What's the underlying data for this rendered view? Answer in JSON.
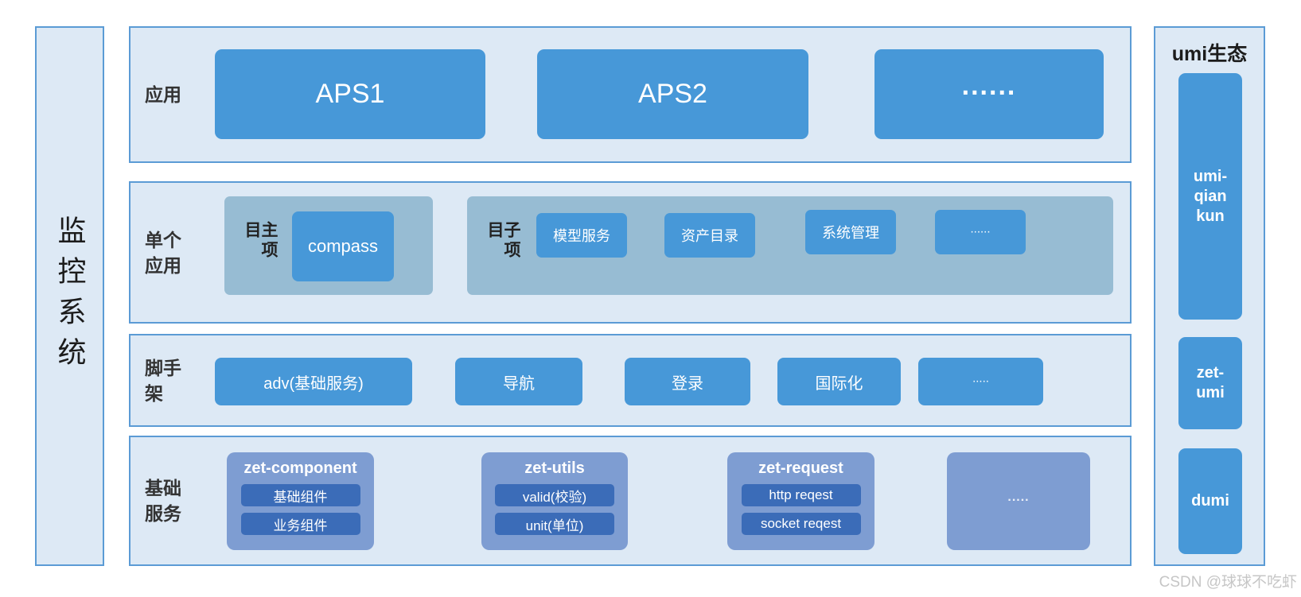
{
  "sidebar": {
    "title": "监控系统"
  },
  "layers": {
    "app": {
      "label": "应用",
      "boxes": [
        "APS1",
        "APS2",
        "......"
      ]
    },
    "single_app": {
      "label": "单个\n应用",
      "main_project": {
        "label": "主项目",
        "box": "compass"
      },
      "sub_project": {
        "label": "子项目",
        "boxes": [
          "模型服务",
          "资产目录",
          "系统管理",
          "......"
        ]
      }
    },
    "scaffold": {
      "label": "脚手\n架",
      "boxes": [
        "adv(基础服务)",
        "导航",
        "登录",
        "国际化",
        "....."
      ]
    },
    "base_services": {
      "label": "基础\n服务",
      "groups": [
        {
          "title": "zet-component",
          "items": [
            "基础组件",
            "业务组件"
          ]
        },
        {
          "title": "zet-utils",
          "items": [
            "valid(校验)",
            "unit(单位)"
          ]
        },
        {
          "title": "zet-request",
          "items": [
            "http reqest",
            "socket reqest"
          ]
        },
        {
          "title": ".....",
          "items": []
        }
      ]
    }
  },
  "umi_panel": {
    "title": "umi生态",
    "items": [
      "umi-\nqian\nkun",
      "zet-\numi",
      "dumi"
    ]
  },
  "watermark": "CSDN @球球不吃虾",
  "colors": {
    "container_fill": "#dde9f5",
    "container_border": "#5b9bd5",
    "primary_box": "#4798d8",
    "group_muted": "#97bcd3",
    "group_periwinkle": "#7e9dd2",
    "inner_dark": "#3b6cb8",
    "label_text": "#333333",
    "watermark_text": "#c6c6c6"
  }
}
